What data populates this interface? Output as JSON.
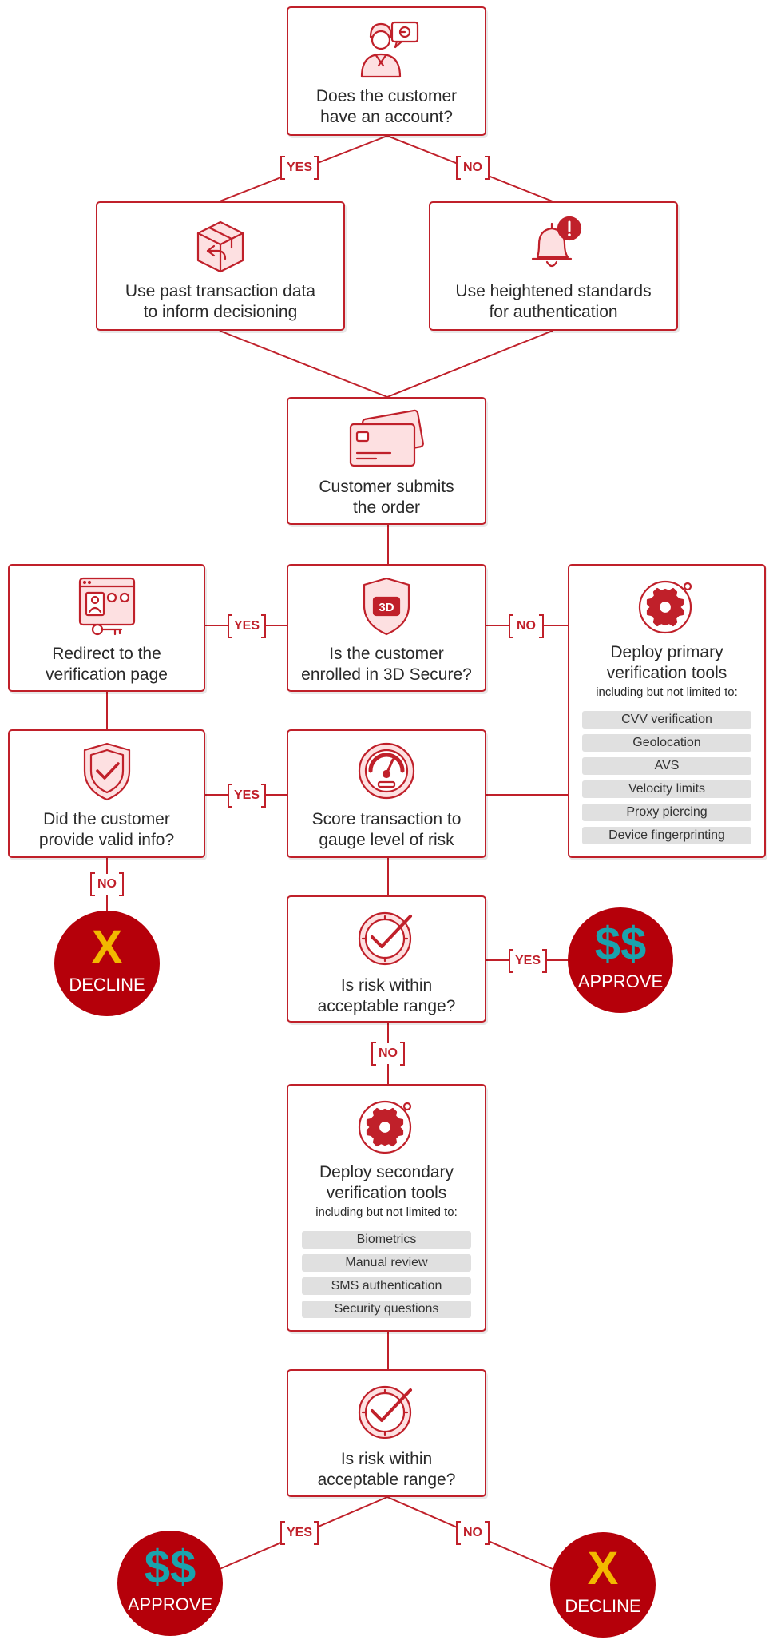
{
  "nodes": {
    "has_account": {
      "label_1": "Does the customer",
      "label_2": "have an account?",
      "icon": "customer-chat-icon"
    },
    "past_data": {
      "label_1": "Use past transaction data",
      "label_2": "to inform decisioning",
      "icon": "return-box-icon"
    },
    "heightened": {
      "label_1": "Use heightened standards",
      "label_2": "for authentication",
      "icon": "alert-bell-icon"
    },
    "submits_order": {
      "label_1": "Customer submits",
      "label_2": "the order",
      "icon": "credit-card-icon"
    },
    "redirect": {
      "label_1": "Redirect to the",
      "label_2": "verification page",
      "icon": "verification-page-icon"
    },
    "enrolled_3ds": {
      "label_1": "Is the customer",
      "label_2": "enrolled in 3D Secure?",
      "icon": "3d-shield-icon",
      "badge": "3D"
    },
    "primary_tools": {
      "label_1": "Deploy primary",
      "label_2": "verification tools",
      "sub": "including but not limited to:",
      "items": [
        "CVV verification",
        "Geolocation",
        "AVS",
        "Velocity limits",
        "Proxy piercing",
        "Device fingerprinting"
      ],
      "icon": "gear-icon"
    },
    "valid_info": {
      "label_1": "Did the customer",
      "label_2": "provide valid info?",
      "icon": "check-shield-icon"
    },
    "score": {
      "label_1": "Score transaction to",
      "label_2": "gauge level of risk",
      "icon": "gauge-icon"
    },
    "risk_1": {
      "label_1": "Is risk within",
      "label_2": "acceptable range?",
      "icon": "check-clock-icon"
    },
    "secondary_tools": {
      "label_1": "Deploy secondary",
      "label_2": "verification tools",
      "sub": "including but not limited to:",
      "items": [
        "Biometrics",
        "Manual review",
        "SMS authentication",
        "Security questions"
      ],
      "icon": "gear-icon"
    },
    "risk_2": {
      "label_1": "Is risk within",
      "label_2": "acceptable range?",
      "icon": "check-clock-icon"
    }
  },
  "tags": {
    "yes": "YES",
    "no": "NO"
  },
  "outcomes": {
    "approve_symbol": "$$",
    "approve_word": "APPROVE",
    "decline_symbol": "X",
    "decline_word": "DECLINE"
  },
  "colors": {
    "accent": "#c0202a",
    "outcome_fill": "#b5000a",
    "dollar": "#1aa3ad",
    "decline_x": "#f2b800",
    "pill": "#e0e0e0"
  }
}
